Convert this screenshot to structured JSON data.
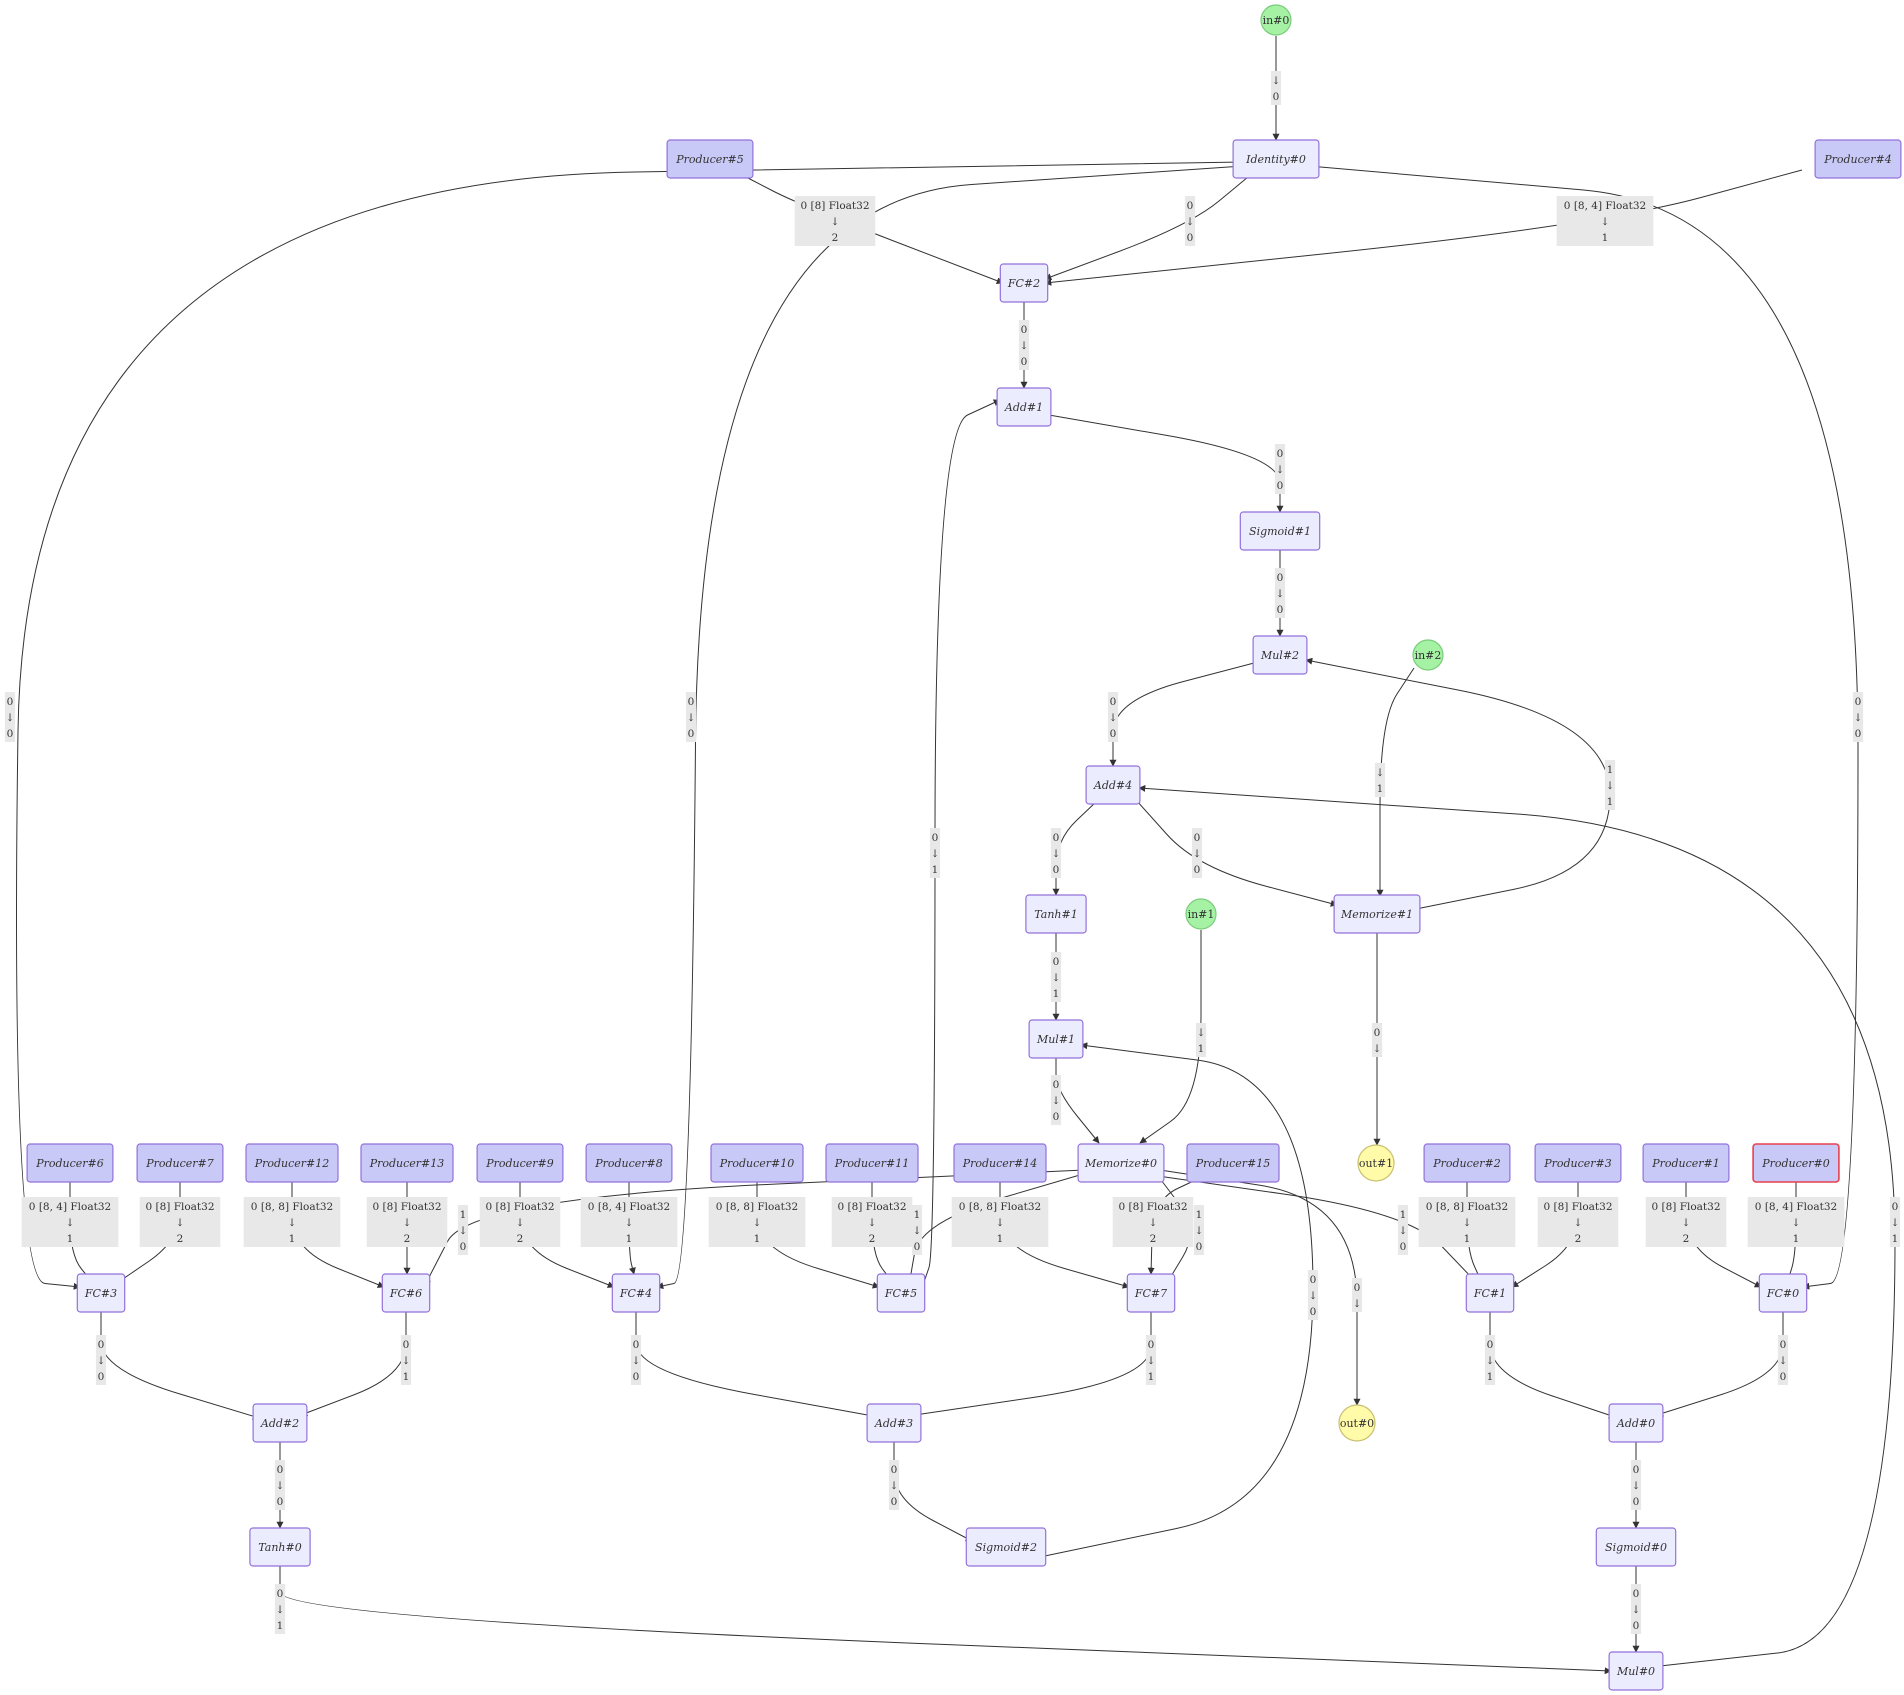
{
  "colors": {
    "operator_fill": "#ECECFF",
    "operator_stroke": "#9370DB",
    "producer_fill": "#C9C9F8",
    "highlight_stroke": "#E8414E",
    "input_fill": "#A5F2A5",
    "output_fill": "#FFFBA8",
    "edge": "#333333",
    "edge_label_bg": "#E8E8E8"
  },
  "nodes": [
    {
      "id": "in0",
      "label": "in#0",
      "kind": "input"
    },
    {
      "id": "in1",
      "label": "in#1",
      "kind": "input"
    },
    {
      "id": "in2",
      "label": "in#2",
      "kind": "input"
    },
    {
      "id": "out0",
      "label": "out#0",
      "kind": "output"
    },
    {
      "id": "out1",
      "label": "out#1",
      "kind": "output"
    },
    {
      "id": "Identity0",
      "label": "Identity#0",
      "kind": "op"
    },
    {
      "id": "FC2",
      "label": "FC#2",
      "kind": "op"
    },
    {
      "id": "Add1",
      "label": "Add#1",
      "kind": "op"
    },
    {
      "id": "Sigmoid1",
      "label": "Sigmoid#1",
      "kind": "op"
    },
    {
      "id": "Mul2",
      "label": "Mul#2",
      "kind": "op"
    },
    {
      "id": "Add4",
      "label": "Add#4",
      "kind": "op"
    },
    {
      "id": "Tanh1",
      "label": "Tanh#1",
      "kind": "op"
    },
    {
      "id": "Memorize1",
      "label": "Memorize#1",
      "kind": "op"
    },
    {
      "id": "Mul1",
      "label": "Mul#1",
      "kind": "op"
    },
    {
      "id": "Memorize0",
      "label": "Memorize#0",
      "kind": "op"
    },
    {
      "id": "FC3",
      "label": "FC#3",
      "kind": "op"
    },
    {
      "id": "FC6",
      "label": "FC#6",
      "kind": "op"
    },
    {
      "id": "FC4",
      "label": "FC#4",
      "kind": "op"
    },
    {
      "id": "FC5",
      "label": "FC#5",
      "kind": "op"
    },
    {
      "id": "FC7",
      "label": "FC#7",
      "kind": "op"
    },
    {
      "id": "FC1",
      "label": "FC#1",
      "kind": "op"
    },
    {
      "id": "FC0",
      "label": "FC#0",
      "kind": "op"
    },
    {
      "id": "Add2",
      "label": "Add#2",
      "kind": "op"
    },
    {
      "id": "Add3",
      "label": "Add#3",
      "kind": "op"
    },
    {
      "id": "Add0",
      "label": "Add#0",
      "kind": "op"
    },
    {
      "id": "Tanh0",
      "label": "Tanh#0",
      "kind": "op"
    },
    {
      "id": "Sigmoid2",
      "label": "Sigmoid#2",
      "kind": "op"
    },
    {
      "id": "Sigmoid0",
      "label": "Sigmoid#0",
      "kind": "op"
    },
    {
      "id": "Mul0",
      "label": "Mul#0",
      "kind": "op"
    },
    {
      "id": "Producer0",
      "label": "Producer#0",
      "kind": "producer",
      "highlight": true
    },
    {
      "id": "Producer1",
      "label": "Producer#1",
      "kind": "producer"
    },
    {
      "id": "Producer2",
      "label": "Producer#2",
      "kind": "producer"
    },
    {
      "id": "Producer3",
      "label": "Producer#3",
      "kind": "producer"
    },
    {
      "id": "Producer4",
      "label": "Producer#4",
      "kind": "producer"
    },
    {
      "id": "Producer5",
      "label": "Producer#5",
      "kind": "producer"
    },
    {
      "id": "Producer6",
      "label": "Producer#6",
      "kind": "producer"
    },
    {
      "id": "Producer7",
      "label": "Producer#7",
      "kind": "producer"
    },
    {
      "id": "Producer8",
      "label": "Producer#8",
      "kind": "producer"
    },
    {
      "id": "Producer9",
      "label": "Producer#9",
      "kind": "producer"
    },
    {
      "id": "Producer10",
      "label": "Producer#10",
      "kind": "producer"
    },
    {
      "id": "Producer11",
      "label": "Producer#11",
      "kind": "producer"
    },
    {
      "id": "Producer12",
      "label": "Producer#12",
      "kind": "producer"
    },
    {
      "id": "Producer13",
      "label": "Producer#13",
      "kind": "producer"
    },
    {
      "id": "Producer14",
      "label": "Producer#14",
      "kind": "producer"
    },
    {
      "id": "Producer15",
      "label": "Producer#15",
      "kind": "producer"
    }
  ],
  "edges": [
    {
      "from": "in0",
      "to": "Identity0",
      "label": [
        "↓",
        "0"
      ]
    },
    {
      "from": "Producer5",
      "to": "FC2",
      "label": [
        "0 [8] Float32",
        "↓",
        "2"
      ]
    },
    {
      "from": "Identity0",
      "to": "FC2",
      "label": [
        "0",
        "↓",
        "0"
      ]
    },
    {
      "from": "Producer4",
      "to": "FC2",
      "label": [
        "0 [8, 4] Float32",
        "↓",
        "1"
      ]
    },
    {
      "from": "FC2",
      "to": "Add1",
      "label": [
        "0",
        "↓",
        "0"
      ]
    },
    {
      "from": "Add1",
      "to": "Sigmoid1",
      "label": [
        "0",
        "↓",
        "0"
      ]
    },
    {
      "from": "Sigmoid1",
      "to": "Mul2",
      "label": [
        "0",
        "↓",
        "0"
      ]
    },
    {
      "from": "Mul2",
      "to": "Add4",
      "label": [
        "0",
        "↓",
        "0"
      ]
    },
    {
      "from": "in2",
      "to": "Memorize1",
      "label": [
        "↓",
        "1"
      ]
    },
    {
      "from": "Memorize1",
      "to": "Mul2",
      "label": [
        "1",
        "↓",
        "1"
      ]
    },
    {
      "from": "Add4",
      "to": "Tanh1",
      "label": [
        "0",
        "↓",
        "0"
      ]
    },
    {
      "from": "Add4",
      "to": "Memorize1",
      "label": [
        "0",
        "↓",
        "0"
      ]
    },
    {
      "from": "Identity0",
      "to": "FC3",
      "label": [
        "0",
        "↓",
        "0"
      ]
    },
    {
      "from": "Identity0",
      "to": "FC4",
      "label": [
        "0",
        "↓",
        "0"
      ]
    },
    {
      "from": "Identity0",
      "to": "FC0",
      "label": [
        "0",
        "↓",
        "0"
      ]
    },
    {
      "from": "FC5",
      "to": "Add1",
      "label": [
        "0",
        "↓",
        "1"
      ]
    },
    {
      "from": "Tanh1",
      "to": "Mul1",
      "label": [
        "0",
        "↓",
        "1"
      ]
    },
    {
      "from": "in1",
      "to": "Memorize0",
      "label": [
        "↓",
        "1"
      ]
    },
    {
      "from": "Mul1",
      "to": "Memorize0",
      "label": [
        "0",
        "↓",
        "0"
      ]
    },
    {
      "from": "Memorize1",
      "to": "out1",
      "label": [
        "0",
        "↓"
      ]
    },
    {
      "from": "Memorize0",
      "to": "out0",
      "label": [
        "0",
        "↓"
      ]
    },
    {
      "from": "Memorize0",
      "to": "FC6",
      "label": [
        "1",
        "↓",
        "0"
      ]
    },
    {
      "from": "Memorize0",
      "to": "FC5",
      "label": [
        "1",
        "↓",
        "0"
      ]
    },
    {
      "from": "Memorize0",
      "to": "FC7",
      "label": [
        "1",
        "↓",
        "0"
      ]
    },
    {
      "from": "Memorize0",
      "to": "FC1",
      "label": [
        "1",
        "↓",
        "0"
      ]
    },
    {
      "from": "Sigmoid2",
      "to": "Mul1",
      "label": [
        "0",
        "↓",
        "0"
      ]
    },
    {
      "from": "Mul0",
      "to": "Add4",
      "label": [
        "0",
        "↓",
        "1"
      ]
    },
    {
      "from": "Producer6",
      "to": "FC3",
      "label": [
        "0 [8, 4] Float32",
        "↓",
        "1"
      ]
    },
    {
      "from": "Producer7",
      "to": "FC3",
      "label": [
        "0 [8] Float32",
        "↓",
        "2"
      ]
    },
    {
      "from": "Producer12",
      "to": "FC6",
      "label": [
        "0 [8, 8] Float32",
        "↓",
        "1"
      ]
    },
    {
      "from": "Producer13",
      "to": "FC6",
      "label": [
        "0 [8] Float32",
        "↓",
        "2"
      ]
    },
    {
      "from": "Producer9",
      "to": "FC4",
      "label": [
        "0 [8] Float32",
        "↓",
        "2"
      ]
    },
    {
      "from": "Producer8",
      "to": "FC4",
      "label": [
        "0 [8, 4] Float32",
        "↓",
        "1"
      ]
    },
    {
      "from": "Producer10",
      "to": "FC5",
      "label": [
        "0 [8, 8] Float32",
        "↓",
        "1"
      ]
    },
    {
      "from": "Producer11",
      "to": "FC5",
      "label": [
        "0 [8] Float32",
        "↓",
        "2"
      ]
    },
    {
      "from": "Producer14",
      "to": "FC7",
      "label": [
        "0 [8, 8] Float32",
        "↓",
        "1"
      ]
    },
    {
      "from": "Producer15",
      "to": "FC7",
      "label": [
        "0 [8] Float32",
        "↓",
        "2"
      ]
    },
    {
      "from": "Producer2",
      "to": "FC1",
      "label": [
        "0 [8, 8] Float32",
        "↓",
        "1"
      ]
    },
    {
      "from": "Producer3",
      "to": "FC1",
      "label": [
        "0 [8] Float32",
        "↓",
        "2"
      ]
    },
    {
      "from": "Producer1",
      "to": "FC0",
      "label": [
        "0 [8] Float32",
        "↓",
        "2"
      ]
    },
    {
      "from": "Producer0",
      "to": "FC0",
      "label": [
        "0 [8, 4] Float32",
        "↓",
        "1"
      ]
    },
    {
      "from": "FC3",
      "to": "Add2",
      "label": [
        "0",
        "↓",
        "0"
      ]
    },
    {
      "from": "FC6",
      "to": "Add2",
      "label": [
        "0",
        "↓",
        "1"
      ]
    },
    {
      "from": "FC4",
      "to": "Add3",
      "label": [
        "0",
        "↓",
        "0"
      ]
    },
    {
      "from": "FC7",
      "to": "Add3",
      "label": [
        "0",
        "↓",
        "1"
      ]
    },
    {
      "from": "FC1",
      "to": "Add0",
      "label": [
        "0",
        "↓",
        "1"
      ]
    },
    {
      "from": "FC0",
      "to": "Add0",
      "label": [
        "0",
        "↓",
        "0"
      ]
    },
    {
      "from": "Add2",
      "to": "Tanh0",
      "label": [
        "0",
        "↓",
        "0"
      ]
    },
    {
      "from": "Add3",
      "to": "Sigmoid2",
      "label": [
        "0",
        "↓",
        "0"
      ]
    },
    {
      "from": "Add0",
      "to": "Sigmoid0",
      "label": [
        "0",
        "↓",
        "0"
      ]
    },
    {
      "from": "Tanh0",
      "to": "Mul0",
      "label": [
        "0",
        "↓",
        "1"
      ]
    },
    {
      "from": "Sigmoid0",
      "to": "Mul0",
      "label": [
        "0",
        "↓",
        "0"
      ]
    }
  ]
}
